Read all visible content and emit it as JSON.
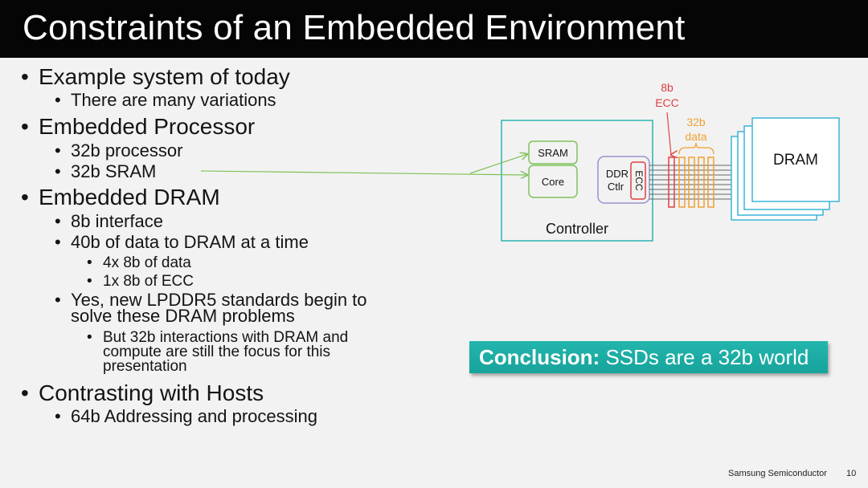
{
  "slide": {
    "title": "Constraints of an Embedded Environment",
    "bullets": {
      "b1": "Example system of today",
      "b1_1": "There are many variations",
      "b2": "Embedded Processor",
      "b2_1": "32b processor",
      "b2_2": "32b SRAM",
      "b3": "Embedded DRAM",
      "b3_1": "8b interface",
      "b3_2": "40b of data to DRAM at a time",
      "b3_2_1": "4x 8b of data",
      "b3_2_2": "1x 8b of ECC",
      "b3_3": "Yes, new LPDDR5 standards begin to solve these DRAM problems",
      "b3_3_1": "But 32b interactions with DRAM and compute are still the focus for this presentation",
      "b4": "Contrasting with Hosts",
      "b4_1": "64b Addressing and processing"
    },
    "bullet_glyph": "•",
    "conclusion": {
      "label": "Conclusion:",
      "text": "SSDs are a 32b world"
    },
    "footer": {
      "company": "Samsung Semiconductor",
      "page": "10"
    }
  },
  "diagram": {
    "sram": "SRAM",
    "core": "Core",
    "ddr": "DDR",
    "ctlr": "Ctlr",
    "ecc_block": "ECC",
    "controller": "Controller",
    "ecc_width": "8b",
    "ecc_label": "ECC",
    "data_width": "32b",
    "data_label": "data",
    "dram": "DRAM"
  },
  "colors": {
    "title_bar": "#050505",
    "teal": "#2bb5b0",
    "cyan_border": "#3ab4d8",
    "green": "#7fc25a",
    "red": "#e04040",
    "orange": "#f0a030",
    "purple": "#9b8fd0"
  }
}
